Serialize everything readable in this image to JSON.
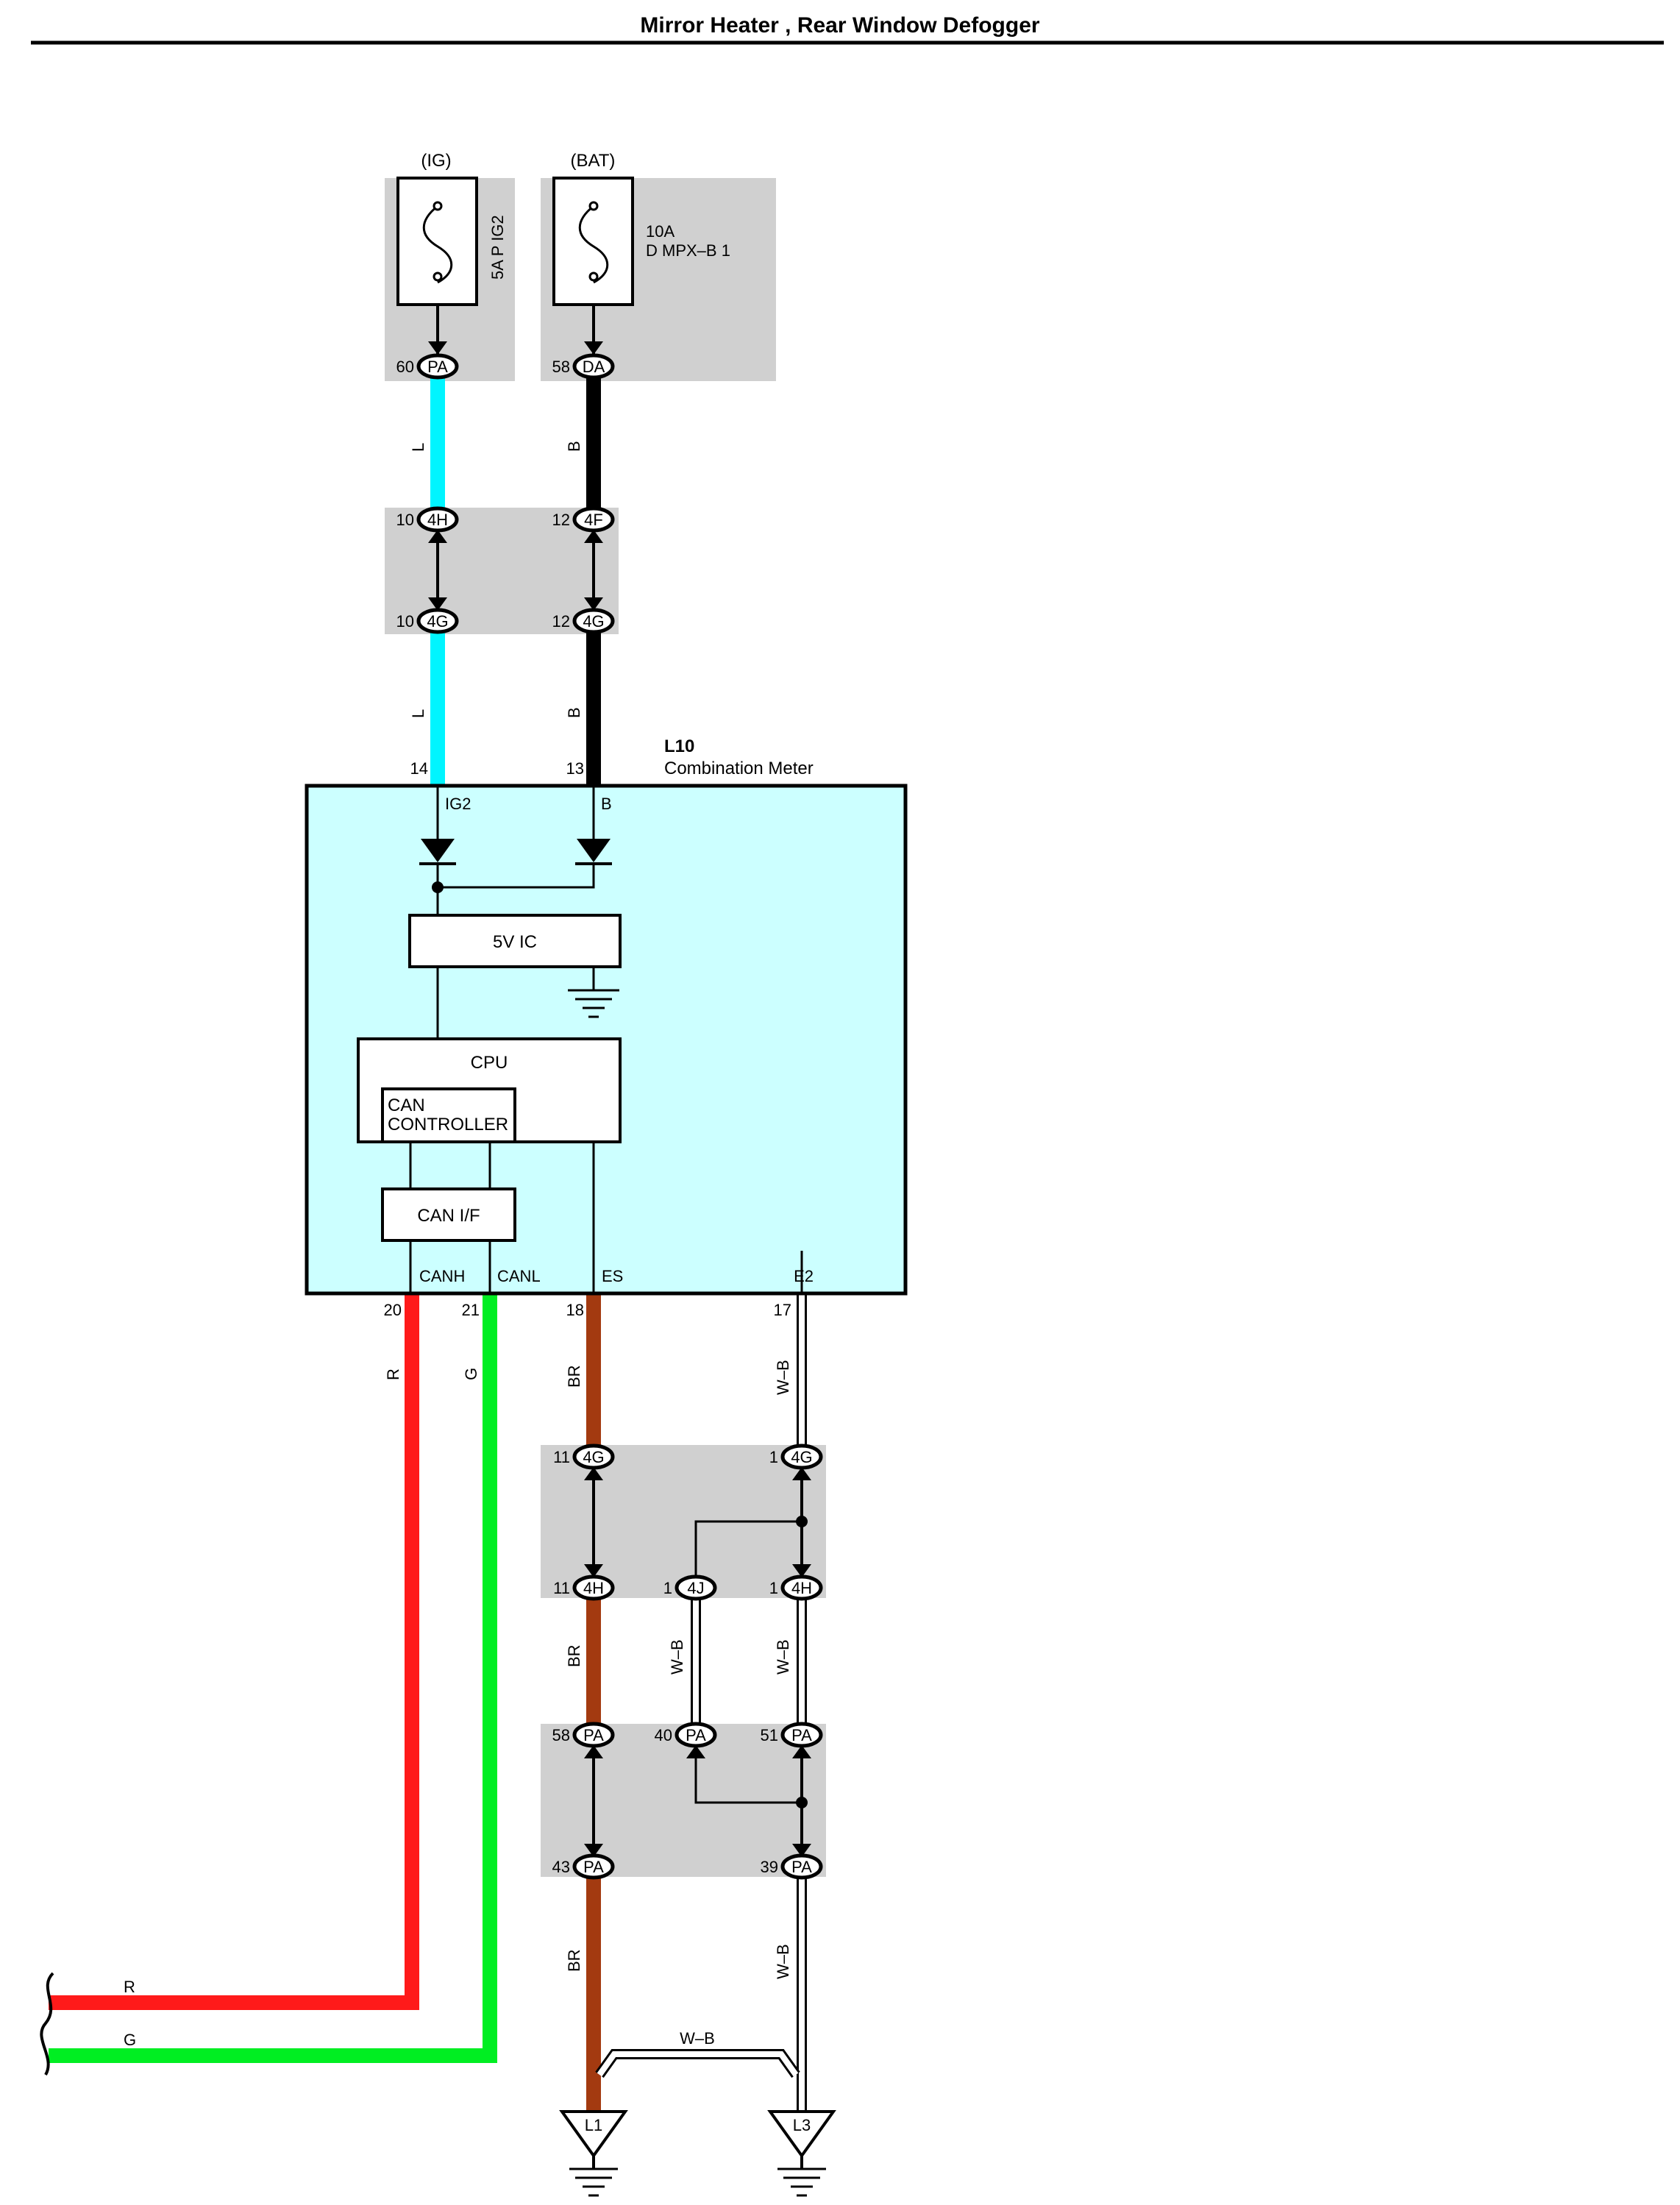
{
  "title": "Mirror Heater , Rear Window Defogger",
  "colors": {
    "L": "#00f5ff",
    "B": "#000000",
    "R": "#ff1a1a",
    "G": "#00ee22",
    "BR": "#a33a10",
    "W-B": "#ffffff",
    "meter_fill": "#ccffff",
    "connector_band": "#d0d0d0"
  },
  "sources": {
    "ig": {
      "label": "(IG)",
      "fuse": "5A P IG2"
    },
    "bat": {
      "label": "(BAT)",
      "fuse_rating": "10A",
      "fuse_name": "D MPX–B 1"
    }
  },
  "meter": {
    "id": "L10",
    "name": "Combination Meter",
    "blocks": {
      "ic": "5V IC",
      "cpu": "CPU",
      "can_ctrl_1": "CAN",
      "can_ctrl_2": "CONTROLLER",
      "can_if": "CAN I/F"
    },
    "top_terminals": [
      {
        "pin": "14",
        "name": "IG2"
      },
      {
        "pin": "13",
        "name": "B"
      }
    ],
    "bottom_terminals": [
      {
        "pin": "20",
        "name": "CANH"
      },
      {
        "pin": "21",
        "name": "CANL"
      },
      {
        "pin": "18",
        "name": "ES"
      },
      {
        "pin": "17",
        "name": "E2"
      }
    ]
  },
  "connectors": {
    "c_ig": {
      "num": "60",
      "code": "PA"
    },
    "c_bat": {
      "num": "58",
      "code": "DA"
    },
    "c_4h_top": {
      "num": "10",
      "code": "4H"
    },
    "c_4f": {
      "num": "12",
      "code": "4F"
    },
    "c_4g_l": {
      "num": "10",
      "code": "4G"
    },
    "c_4g_b": {
      "num": "12",
      "code": "4G"
    },
    "c_4g_br": {
      "num": "11",
      "code": "4G"
    },
    "c_4g_wb": {
      "num": "1",
      "code": "4G"
    },
    "c_4h_br": {
      "num": "11",
      "code": "4H"
    },
    "c_4j": {
      "num": "1",
      "code": "4J"
    },
    "c_4h_wb": {
      "num": "1",
      "code": "4H"
    },
    "c_pa58": {
      "num": "58",
      "code": "PA"
    },
    "c_pa40": {
      "num": "40",
      "code": "PA"
    },
    "c_pa51": {
      "num": "51",
      "code": "PA"
    },
    "c_pa43": {
      "num": "43",
      "code": "PA"
    },
    "c_pa39": {
      "num": "39",
      "code": "PA"
    }
  },
  "wire_labels": {
    "l1": "L",
    "l2": "L",
    "b1": "B",
    "b2": "B",
    "r": "R",
    "g": "G",
    "br1": "BR",
    "br2": "BR",
    "br3": "BR",
    "wb1": "W–B",
    "wb2": "W–B",
    "wb3": "W–B",
    "wb4": "W–B",
    "wb5": "W–B",
    "r_end": "R",
    "g_end": "G"
  },
  "grounds": {
    "l1": "L1",
    "l3": "L3"
  }
}
